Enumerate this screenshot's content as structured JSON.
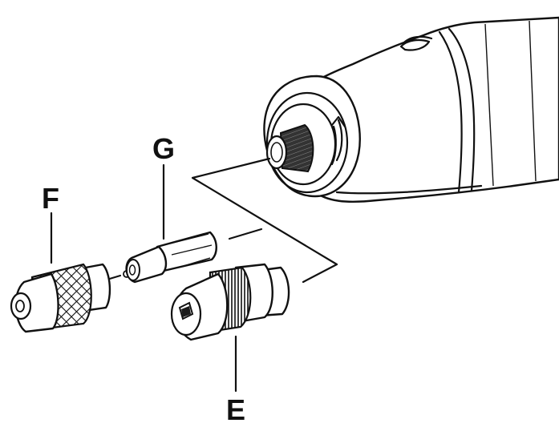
{
  "labels": {
    "e": "E",
    "f": "F",
    "g": "G"
  },
  "colors": {
    "line": "#111111",
    "background": "#ffffff"
  }
}
